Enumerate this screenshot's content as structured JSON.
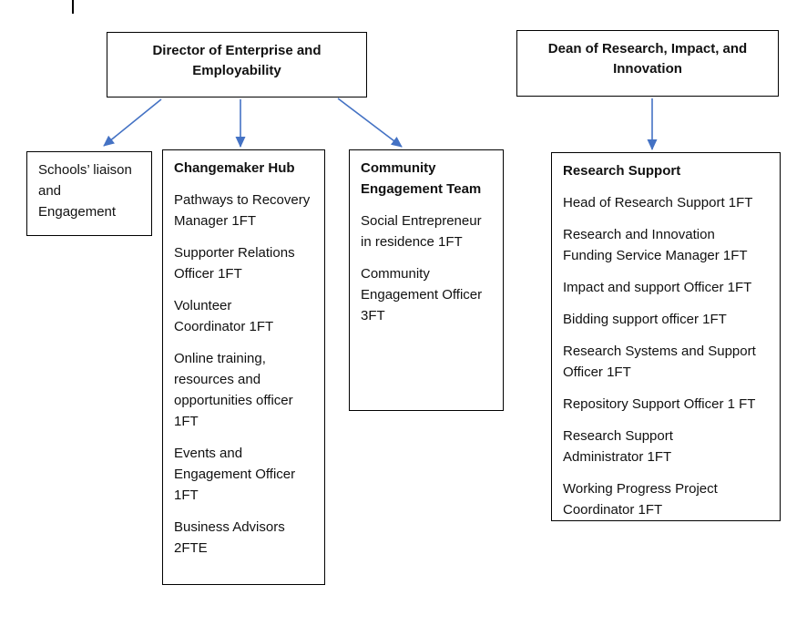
{
  "colors": {
    "arrow": "#4472C4",
    "border": "#000000",
    "text": "#111111"
  },
  "hierarchy": {
    "director": {
      "title_lines": [
        "Director of Enterprise and",
        "Employability"
      ]
    },
    "dean": {
      "title_lines": [
        "Dean of Research, Impact, and",
        "Innovation"
      ]
    }
  },
  "teams": [
    {
      "id": "schools-liaison",
      "header_lines": null,
      "members": [
        [
          "Schools’ liaison",
          "and",
          "Engagement"
        ]
      ]
    },
    {
      "id": "changemaker-hub",
      "header_lines": [
        "Changemaker Hub"
      ],
      "members": [
        [
          "Pathways to Recovery",
          "Manager 1FT"
        ],
        [
          "Supporter Relations",
          "Officer 1FT"
        ],
        [
          "Volunteer",
          "Coordinator 1FT"
        ],
        [
          "Online training,",
          "resources and",
          "opportunities officer",
          "1FT"
        ],
        [
          "Events and",
          "Engagement Officer",
          "1FT"
        ],
        [
          "Business Advisors",
          "2FTE"
        ]
      ]
    },
    {
      "id": "community-engagement-team",
      "header_lines": [
        "Community",
        "Engagement Team"
      ],
      "members": [
        [
          "Social Entrepreneur",
          "in residence 1FT"
        ],
        [
          "Community",
          "Engagement Officer",
          "3FT"
        ]
      ]
    },
    {
      "id": "research-support",
      "header_lines": [
        "Research Support"
      ],
      "members": [
        [
          "Head of Research Support 1FT"
        ],
        [
          "Research and Innovation",
          "Funding Service Manager 1FT"
        ],
        [
          "Impact and support Officer 1FT"
        ],
        [
          "Bidding support officer 1FT"
        ],
        [
          "Research Systems and Support",
          "Officer 1FT"
        ],
        [
          "Repository Support Officer 1 FT"
        ],
        [
          "Research Support",
          "Administrator 1FT"
        ],
        [
          "Working Progress Project",
          "Coordinator 1FT"
        ]
      ]
    }
  ]
}
